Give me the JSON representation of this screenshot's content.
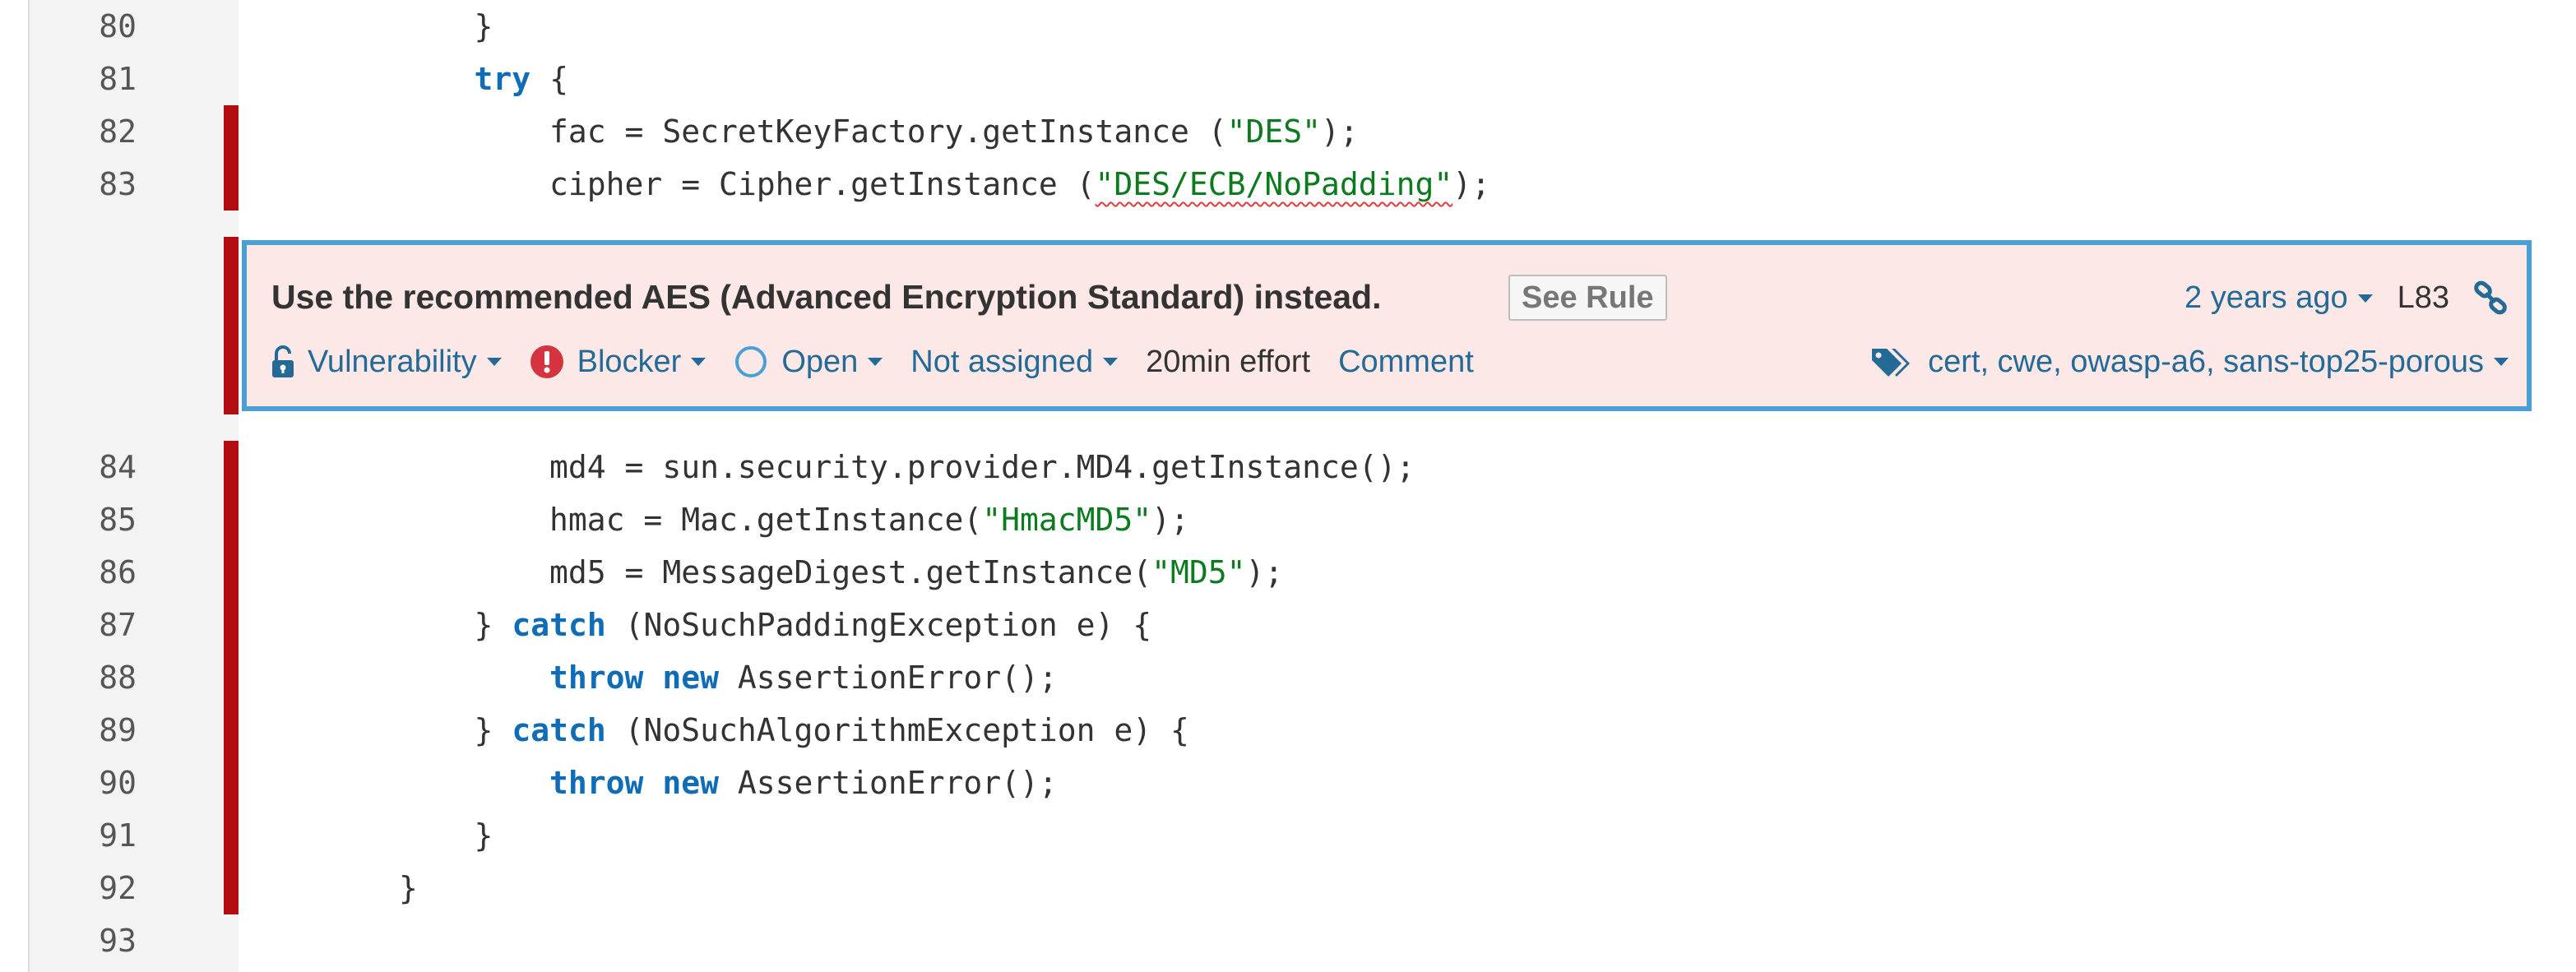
{
  "code_lines": [
    {
      "number": "80",
      "text": "            }"
    },
    {
      "number": "81",
      "keyword": "try",
      "indent": "            ",
      "rest": " {"
    },
    {
      "number": "82",
      "indent": "                ",
      "pre": "fac = SecretKeyFactory.getInstance (",
      "string": "\"DES\"",
      "post": ");"
    },
    {
      "number": "83",
      "indent": "                ",
      "pre": "cipher = Cipher.getInstance (",
      "string": "\"DES/ECB/NoPadding\"",
      "post": ");"
    },
    {
      "number": "84",
      "text": "                md4 = sun.security.provider.MD4.getInstance();"
    },
    {
      "number": "85",
      "indent": "                ",
      "pre": "hmac = Mac.getInstance(",
      "string": "\"HmacMD5\"",
      "post": ");"
    },
    {
      "number": "86",
      "indent": "                ",
      "pre": "md5 = MessageDigest.getInstance(",
      "string": "\"MD5\"",
      "post": ");"
    },
    {
      "number": "87",
      "indent": "            ",
      "pre": "} ",
      "keyword": "catch",
      "post": " (NoSuchPaddingException e) {"
    },
    {
      "number": "88",
      "indent": "                ",
      "keyword": "throw",
      "keyword2": "new",
      "post": " AssertionError();"
    },
    {
      "number": "89",
      "indent": "            ",
      "pre": "} ",
      "keyword": "catch",
      "post": " (NoSuchAlgorithmException e) {"
    },
    {
      "number": "90",
      "indent": "                ",
      "keyword": "throw",
      "keyword2": "new",
      "post": " AssertionError();"
    },
    {
      "number": "91",
      "text": "            }"
    },
    {
      "number": "92",
      "text": "        }"
    },
    {
      "number": "93",
      "text": ""
    }
  ],
  "issue": {
    "message": "Use the recommended AES (Advanced Encryption Standard) instead.",
    "see_rule_label": "See Rule",
    "age": "2 years ago",
    "line_ref": "L83",
    "type": "Vulnerability",
    "severity": "Blocker",
    "status": "Open",
    "assignee": "Not assigned",
    "effort": "20min effort",
    "comment_label": "Comment",
    "tags": "cert, cwe, owasp-a6, sans-top25-porous"
  },
  "colors": {
    "keyword": "#0f6cb6",
    "string": "#0b7b1e",
    "issue_marker": "#b30c12",
    "issue_border": "#4b9fd5",
    "issue_background": "#fde8e8",
    "link": "#236a97"
  },
  "icons": {
    "type": "unlock-icon",
    "severity": "blocker-icon",
    "status": "open-circle-icon",
    "permalink": "link-icon",
    "tags": "tags-icon"
  }
}
